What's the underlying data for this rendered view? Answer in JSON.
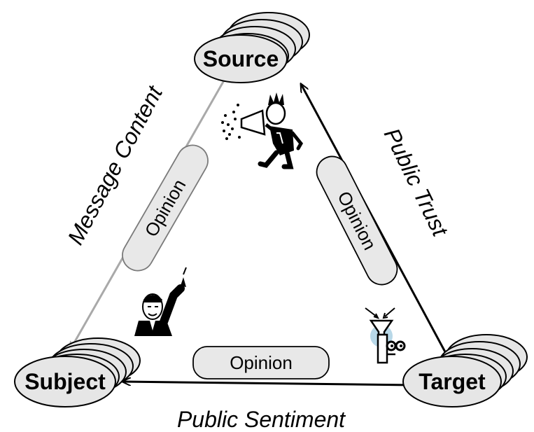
{
  "nodes": {
    "source": "Source",
    "subject": "Subject",
    "target": "Target"
  },
  "edges": {
    "source_subject": {
      "label": "Message Content",
      "opinion": "Opinion"
    },
    "target_source": {
      "label": "Public Trust",
      "opinion": "Opinion"
    },
    "target_subject": {
      "label": "Public Sentiment",
      "opinion": "Opinion"
    }
  },
  "icons": {
    "speaker": "megaphone-speaker-icon",
    "politician": "politician-icon",
    "listener": "funnel-listener-icon"
  },
  "colors": {
    "node_fill": "#e6e6e6",
    "pill_fill": "#e8e8e8",
    "gray_edge": "#a9a9a9",
    "black_edge": "#000000"
  }
}
